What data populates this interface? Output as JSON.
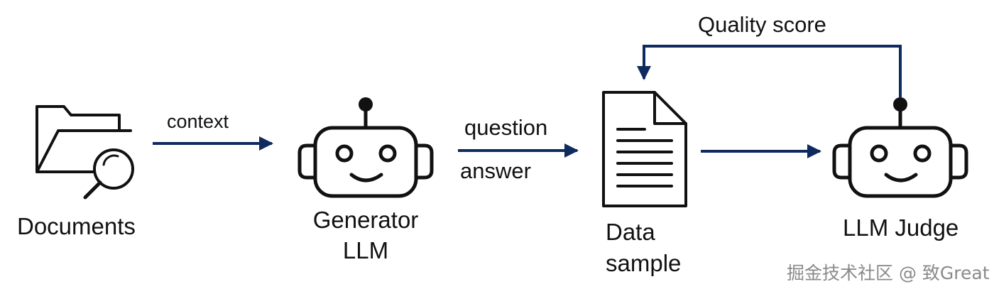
{
  "colors": {
    "arrow": "#0f2a5f",
    "icon_stroke": "#111111",
    "background": "#ffffff"
  },
  "nodes": {
    "documents": {
      "label": "Documents",
      "icon": "folder-search-icon"
    },
    "generator": {
      "label_line1": "Generator",
      "label_line2": "LLM",
      "icon": "robot-icon"
    },
    "data_sample": {
      "label_line1": "Data",
      "label_line2": "sample",
      "icon": "document-icon"
    },
    "judge": {
      "label": "LLM Judge",
      "icon": "robot-icon"
    }
  },
  "edges": {
    "documents_to_generator": {
      "label": "context"
    },
    "generator_to_data": {
      "label_top": "question",
      "label_bottom": "answer"
    },
    "data_to_judge": {
      "label": ""
    },
    "judge_to_data": {
      "label": "Quality score"
    }
  },
  "watermark": {
    "text": "掘金技术社区 @ 致Great"
  }
}
